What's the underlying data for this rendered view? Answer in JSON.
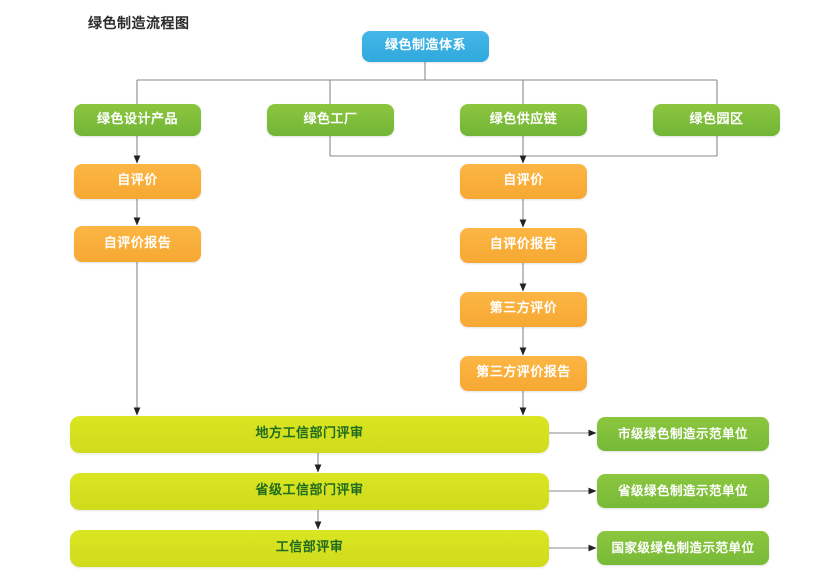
{
  "title": "绿色制造流程图",
  "root": {
    "label": "绿色制造体系",
    "color": "#3cb0e3"
  },
  "categories": [
    {
      "label": "绿色设计产品",
      "color": "#8cc63f"
    },
    {
      "label": "绿色工厂",
      "color": "#8cc63f"
    },
    {
      "label": "绿色供应链",
      "color": "#8cc63f"
    },
    {
      "label": "绿色园区",
      "color": "#8cc63f"
    }
  ],
  "left_branch": {
    "steps": [
      {
        "label": "自评价",
        "color": "#fcb040"
      },
      {
        "label": "自评价报告",
        "color": "#fcb040"
      }
    ]
  },
  "right_branch": {
    "steps": [
      {
        "label": "自评价",
        "color": "#fcb040"
      },
      {
        "label": "自评价报告",
        "color": "#fcb040"
      },
      {
        "label": "第三方评价",
        "color": "#fcb040"
      },
      {
        "label": "第三方评价报告",
        "color": "#fcb040"
      }
    ]
  },
  "reviews": [
    {
      "label": "地方工信部门评审",
      "color": "#d7e022"
    },
    {
      "label": "省级工信部门评审",
      "color": "#d7e022"
    },
    {
      "label": "工信部评审",
      "color": "#d7e022"
    }
  ],
  "outcomes": [
    {
      "label": "市级绿色制造示范单位",
      "color": "#8cc63f"
    },
    {
      "label": "省级绿色制造示范单位",
      "color": "#8cc63f"
    },
    {
      "label": "国家级绿色制造示范单位",
      "color": "#8cc63f"
    }
  ],
  "connector_color": "#8a8a8a"
}
